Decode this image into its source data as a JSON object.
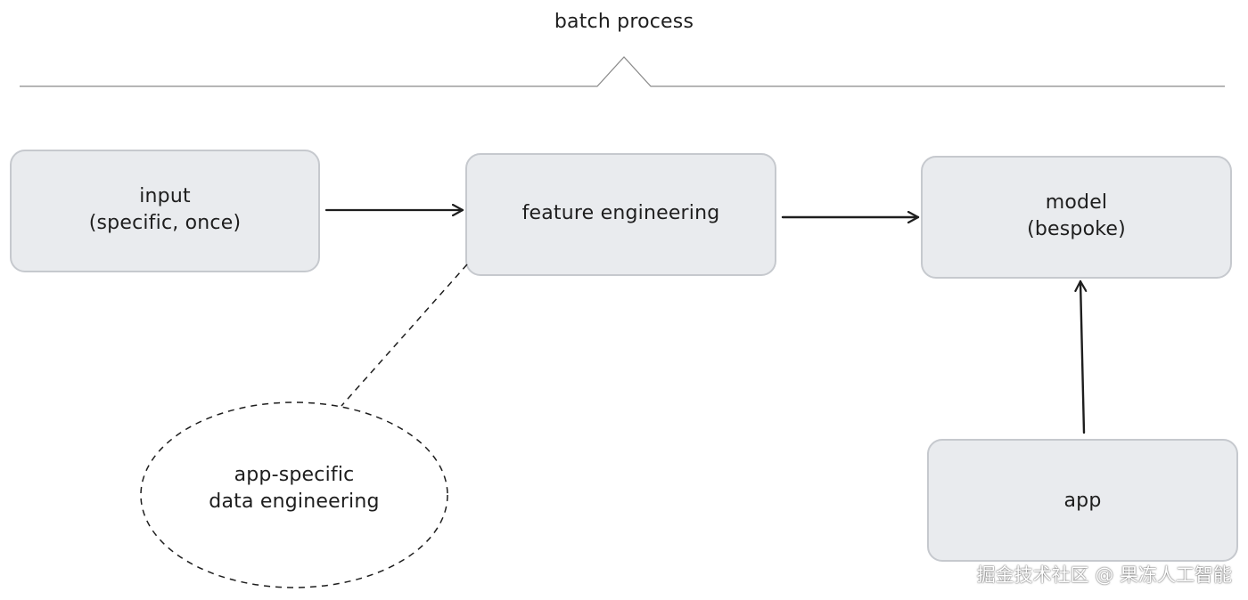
{
  "diagram": {
    "header": {
      "title": "batch process"
    },
    "nodes": {
      "input": {
        "line1": "input",
        "line2": "(specific, once)"
      },
      "feature": {
        "line1": "feature engineering"
      },
      "model": {
        "line1": "model",
        "line2": "(bespoke)"
      },
      "app": {
        "line1": "app"
      },
      "data_eng": {
        "line1": "app-specific",
        "line2": "data engineering"
      }
    }
  },
  "colors": {
    "box_fill": "#e9ebee",
    "box_stroke": "#c6c9ce",
    "ink": "#1e1e1e",
    "bracket": "#8a8a8a"
  },
  "watermark": "掘金技术社区 @ 果冻人工智能"
}
